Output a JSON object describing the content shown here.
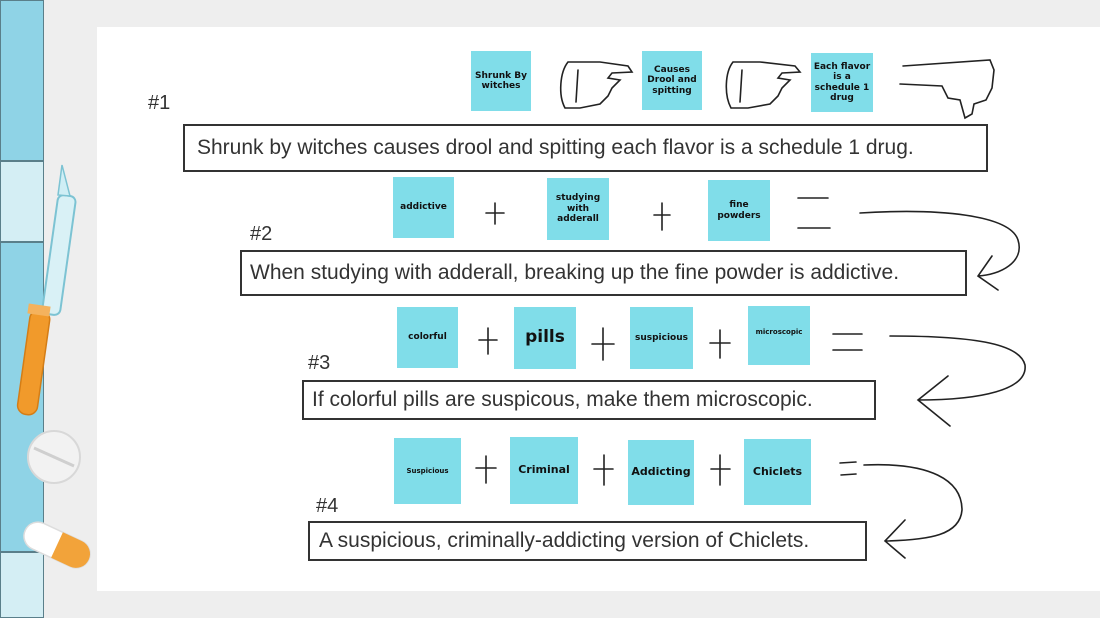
{
  "colors": {
    "note": "#80dde9",
    "tile": "#8fd3e6",
    "tile_light": "#d4eef4",
    "text": "#333333"
  },
  "items": [
    {
      "number": "#1",
      "notes": [
        "Shrunk By witches",
        "Causes Drool and spitting",
        "Each flavor is a schedule 1 drug"
      ],
      "sentence": "Shrunk by witches causes drool and spitting each flavor is a schedule 1 drug."
    },
    {
      "number": "#2",
      "notes": [
        "addictive",
        "studying with adderall",
        "fine powders"
      ],
      "sentence": "When studying with adderall, breaking up the fine powder is addictive."
    },
    {
      "number": "#3",
      "notes": [
        "colorful",
        "pills",
        "suspicious",
        "microscopic"
      ],
      "sentence": "If colorful pills are suspicous, make them microscopic."
    },
    {
      "number": "#4",
      "notes": [
        "Suspicious",
        "Criminal",
        "Addicting",
        "Chiclets"
      ],
      "sentence": "A suspicious, criminally-addicting version of Chiclets."
    }
  ]
}
